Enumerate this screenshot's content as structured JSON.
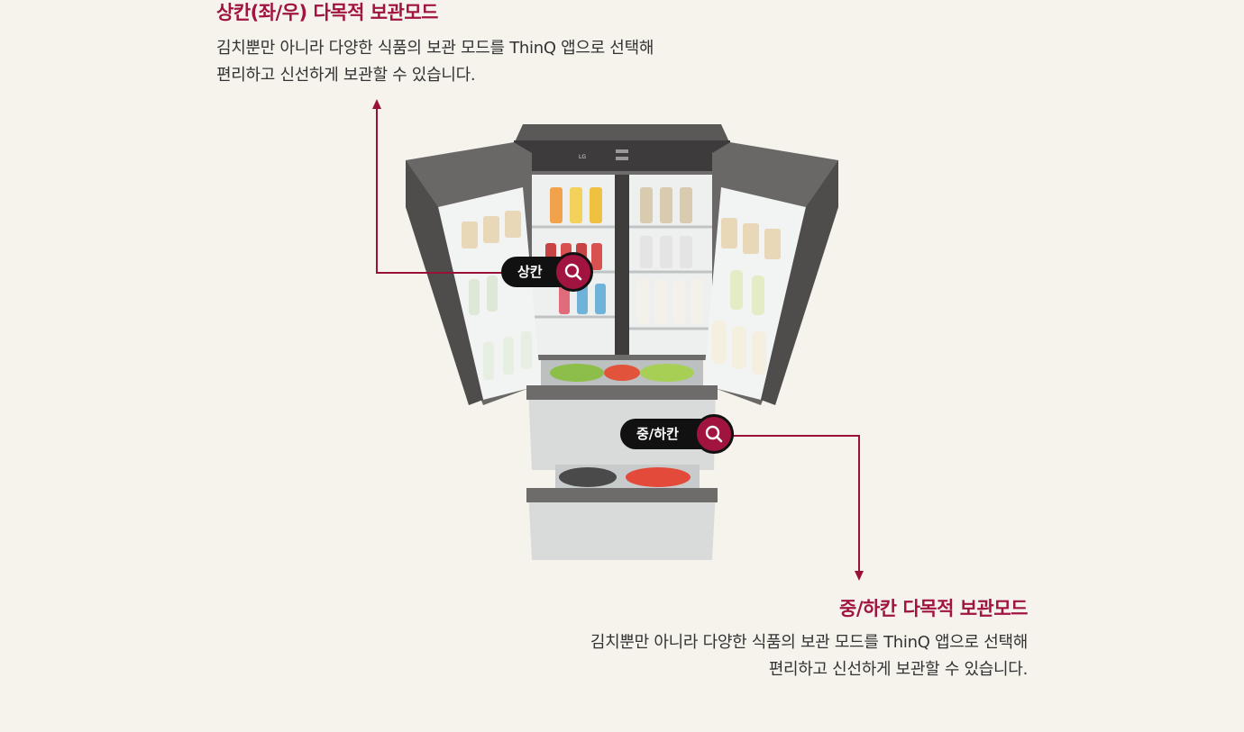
{
  "top_section": {
    "title": "상칸(좌/우) 다목적 보관모드",
    "desc_line1": "김치뿐만 아니라 다양한 식품의 보관 모드를 ThinQ 앱으로 선택해",
    "desc_line2": "편리하고 신선하게 보관할 수 있습니다."
  },
  "bottom_section": {
    "title": "중/하칸 다목적 보관모드",
    "desc_line1": "김치뿐만 아니라 다양한 식품의 보관 모드를 ThinQ 앱으로 선택해",
    "desc_line2": "편리하고 신선하게 보관할 수 있습니다."
  },
  "hotspots": {
    "upper": {
      "label": "상칸",
      "icon": "search-icon"
    },
    "lower": {
      "label": "중/하칸",
      "icon": "search-icon"
    }
  },
  "product": {
    "brand_logo": "LG",
    "image": "kimchi-refrigerator"
  },
  "colors": {
    "accent": "#a0143f",
    "background": "#f5f3ec",
    "pill": "#111111"
  }
}
